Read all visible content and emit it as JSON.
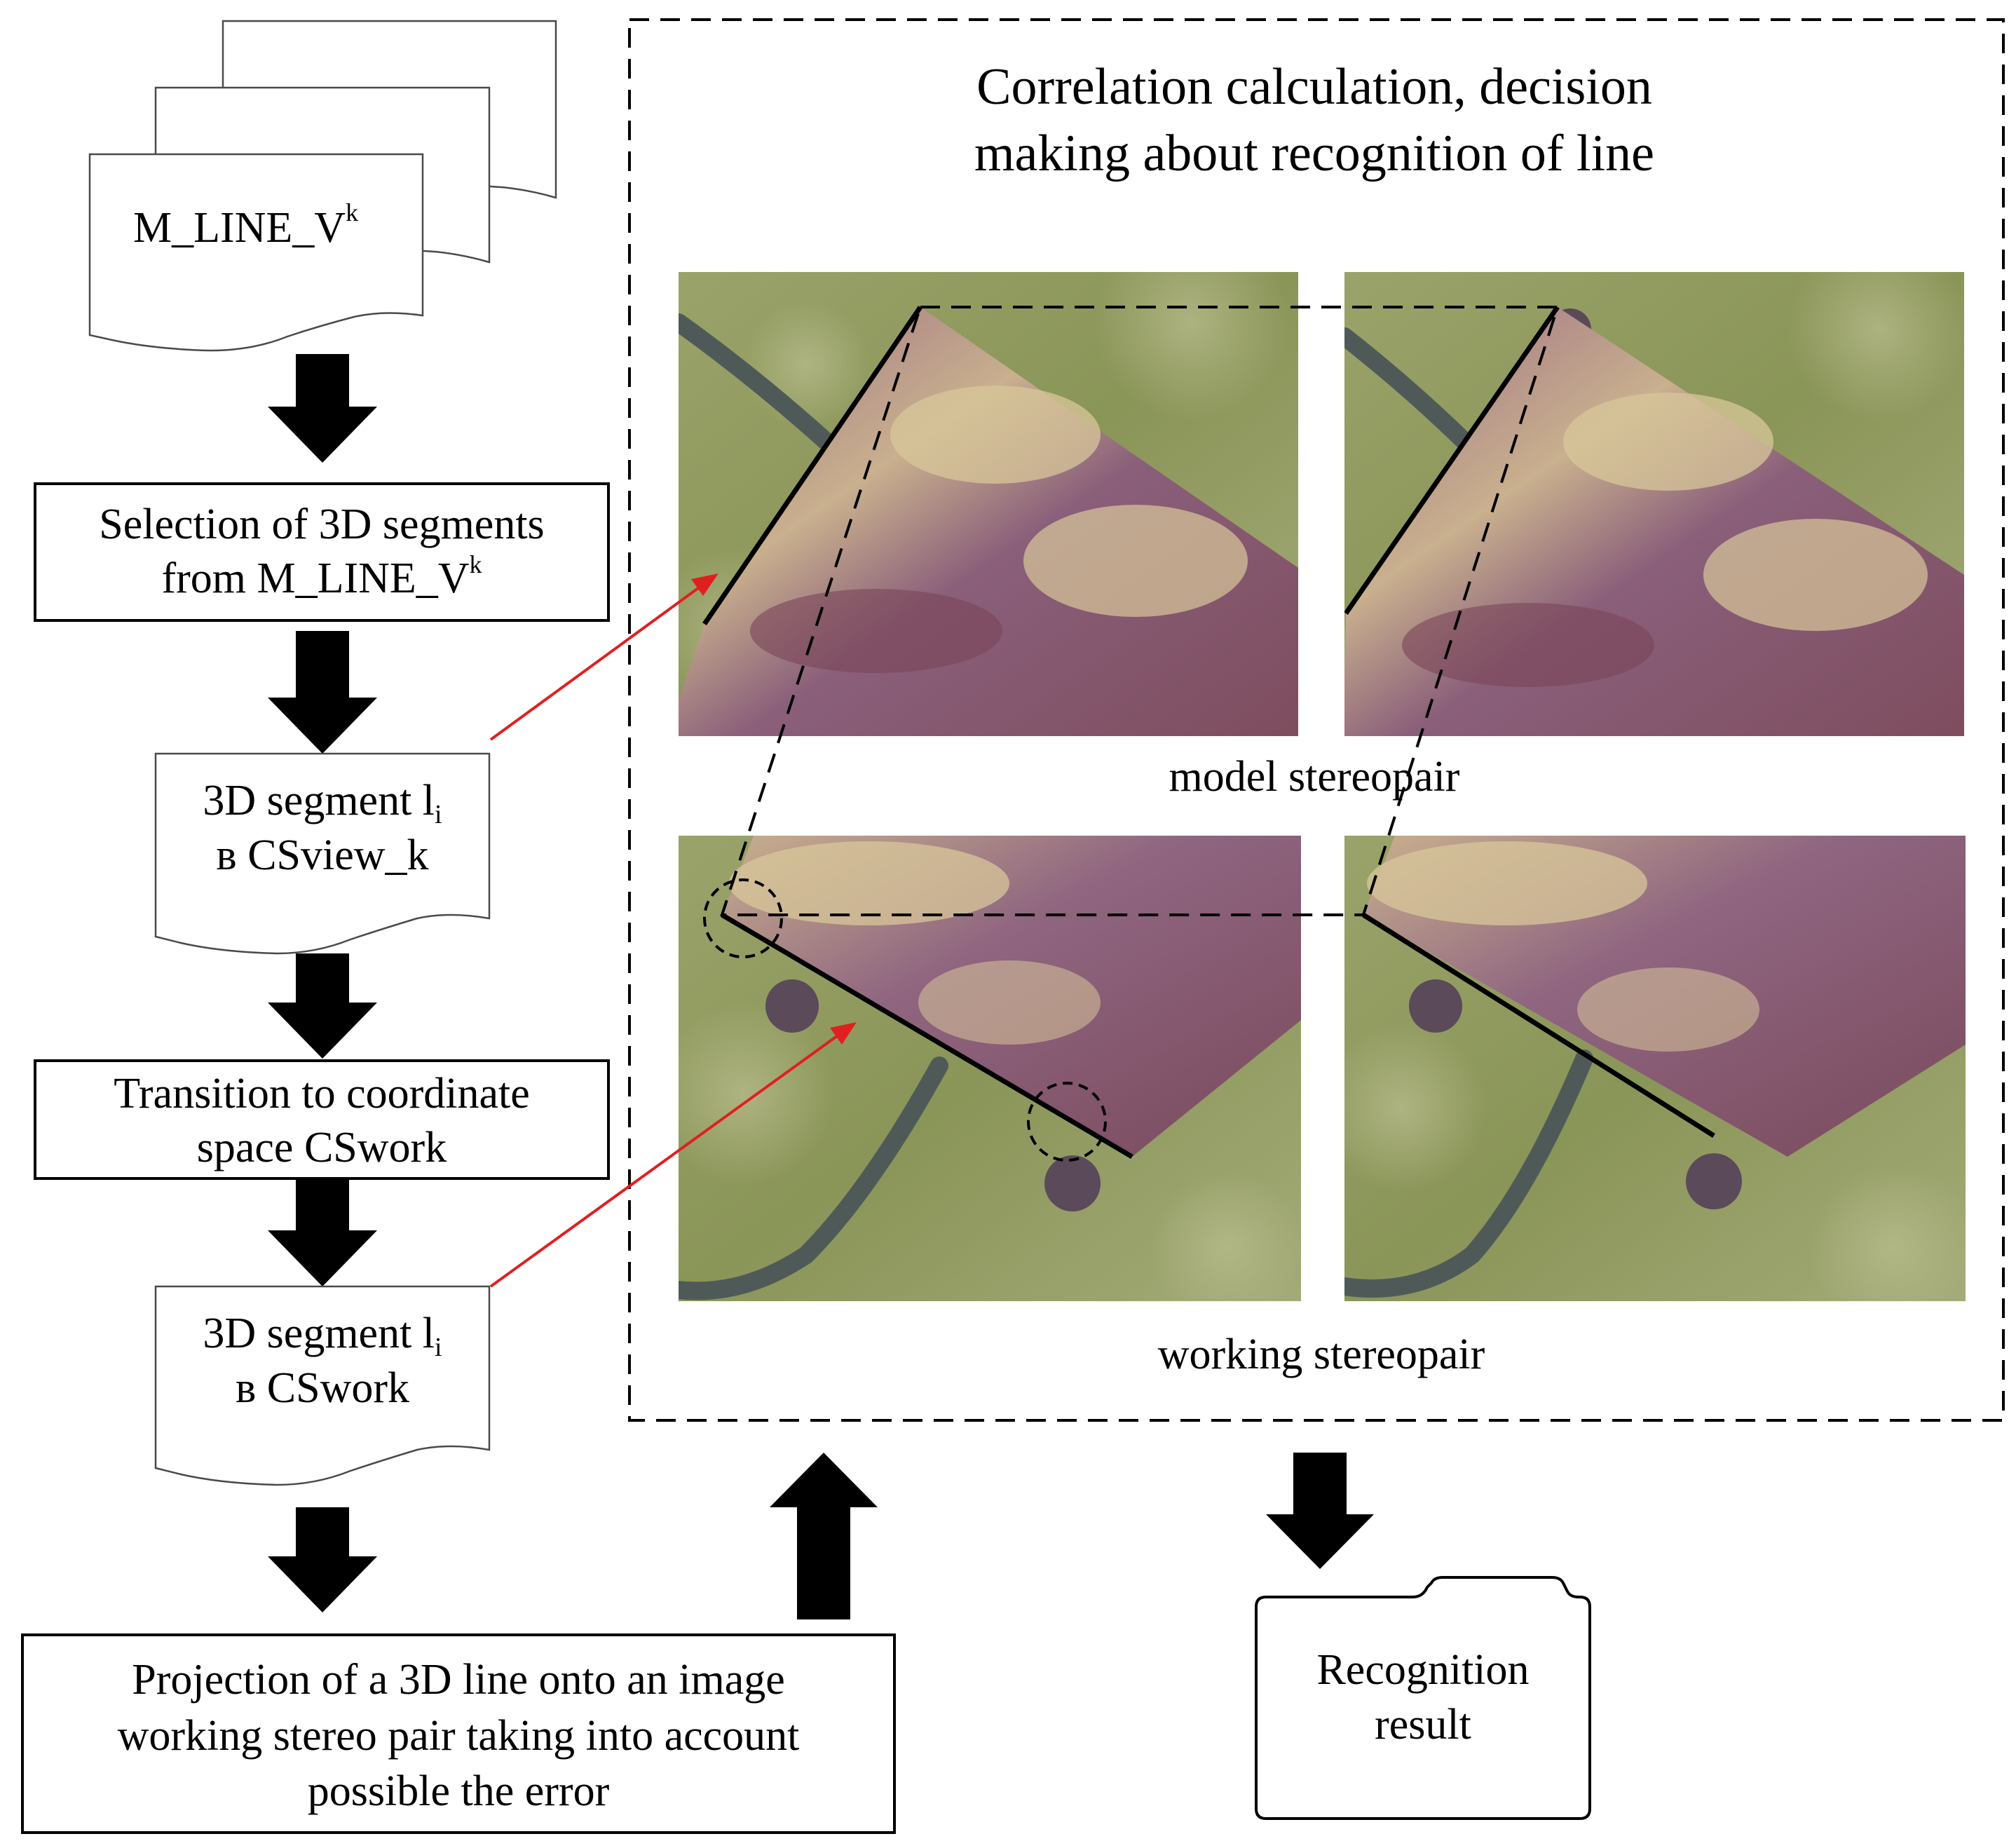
{
  "doc_stack": {
    "label": "M_LINE_V",
    "sup": "k"
  },
  "selection_box": {
    "line1": "Selection of 3D segments",
    "line2_main": "from M_LINE_V",
    "line2_sup": "k"
  },
  "segment_view": {
    "line1_main": "3D segment l",
    "line1_sub": "i",
    "line2": "в CSview_k"
  },
  "transition_box": {
    "line1": "Transition to coordinate",
    "line2": "space CSwork"
  },
  "segment_work": {
    "line1_main": "3D segment l",
    "line1_sub": "i",
    "line2": "в CSwork"
  },
  "projection_box": {
    "line1": "Projection of a 3D line onto an image",
    "line2": "working stereo pair taking into account",
    "line3": "possible the error"
  },
  "correlation": {
    "title1": "Correlation calculation, decision",
    "title2": "making about recognition of line",
    "model_caption": "model stereopair",
    "working_caption": "working stereopair"
  },
  "result": {
    "line1": "Recognition",
    "line2": "result"
  },
  "colors": {
    "connector_arrow": "#e02020",
    "block_arrow": "#000000",
    "background_grass": "#8f9a5e",
    "plate_rust": "#8e5a6e"
  }
}
